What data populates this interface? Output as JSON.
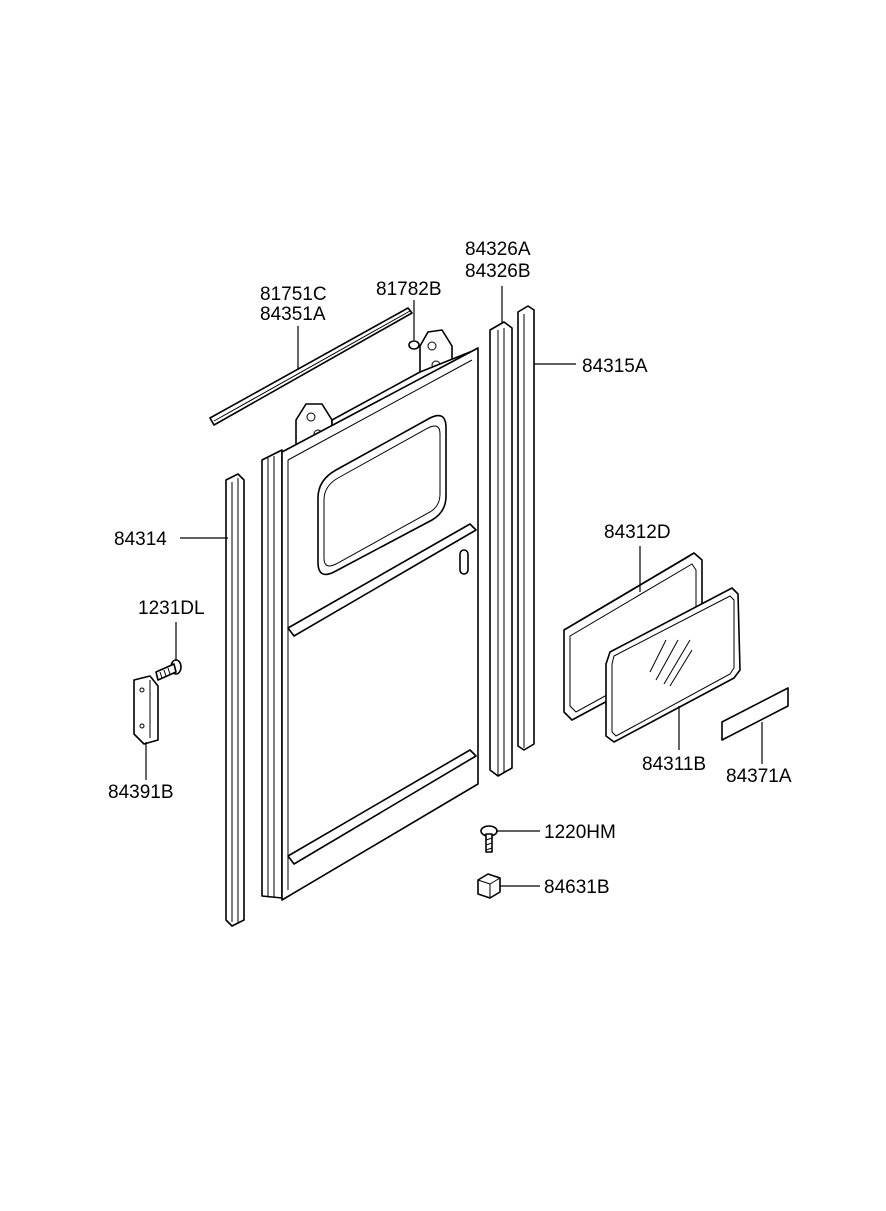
{
  "labels": {
    "p81751C": "81751C",
    "p84351A": "84351A",
    "p81782B": "81782B",
    "p84326A": "84326A",
    "p84326B": "84326B",
    "p84315A": "84315A",
    "p84314": "84314",
    "p1231DL": "1231DL",
    "p84391B": "84391B",
    "p84312D": "84312D",
    "p84311B": "84311B",
    "p84371A": "84371A",
    "p1220HM": "1220HM",
    "p84631B": "84631B"
  }
}
